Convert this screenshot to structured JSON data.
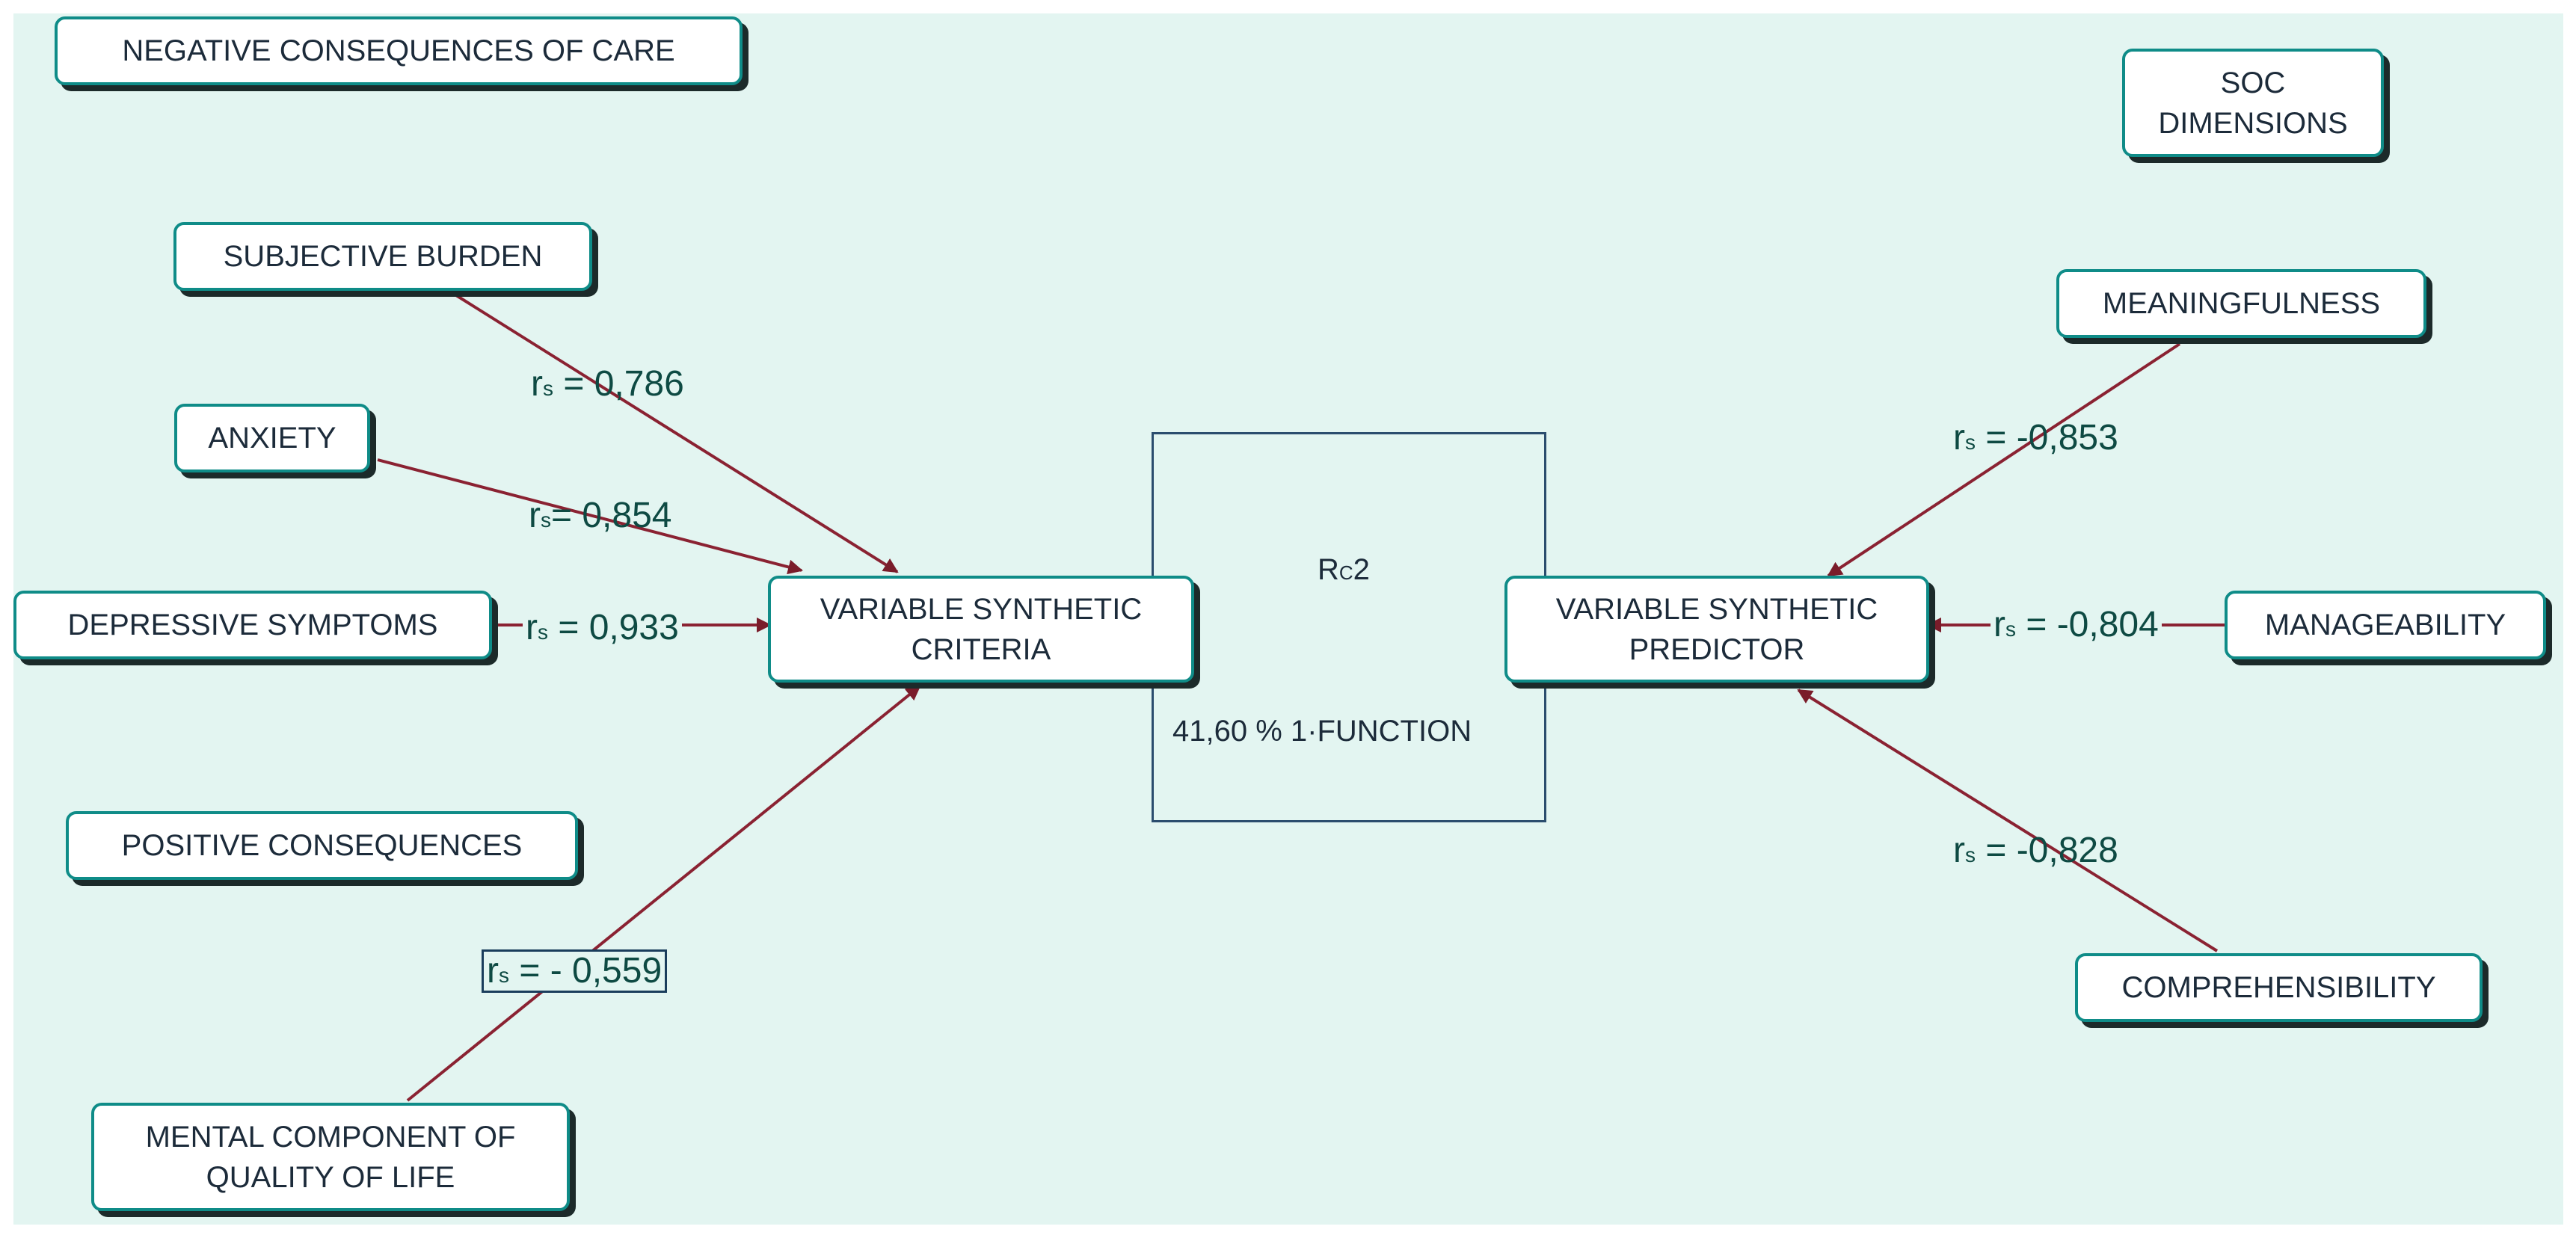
{
  "nodes": {
    "negative": "NEGATIVE CONSEQUENCES OF CARE",
    "soc": "SOC\nDIMENSIONS",
    "subjective_burden": "SUBJECTIVE BURDEN",
    "anxiety": "ANXIETY",
    "depressive": "DEPRESSIVE SYMPTOMS",
    "positive": "POSITIVE CONSEQUENCES",
    "mental": "MENTAL COMPONENT OF\nQUALITY OF LIFE",
    "criteria": "VARIABLE SYNTHETIC\nCRITERIA",
    "predictor": "VARIABLE SYNTHETIC\nPREDICTOR",
    "meaningfulness": "MEANINGFULNESS",
    "manageability": "MANAGEABILITY",
    "comprehensibility": "COMPREHENSIBILITY"
  },
  "coefficients": {
    "r": "r",
    "s": "s",
    "subjective_burden": "= 0,786",
    "anxiety": "= 0,854",
    "depressive": "= 0,933",
    "mental": "= - 0,559",
    "meaningfulness": "= -0,853",
    "manageability": "= -0,804",
    "comprehensibility": "= -0,828"
  },
  "center": {
    "r": "R",
    "sub": "C",
    "num": "2",
    "function": "41,60 % 1·FUNCTION"
  },
  "colors": {
    "background": "#e3f5f1",
    "node_border": "#0f8c88",
    "arrow": "#8a2232",
    "coef_text": "#0e4a43"
  }
}
